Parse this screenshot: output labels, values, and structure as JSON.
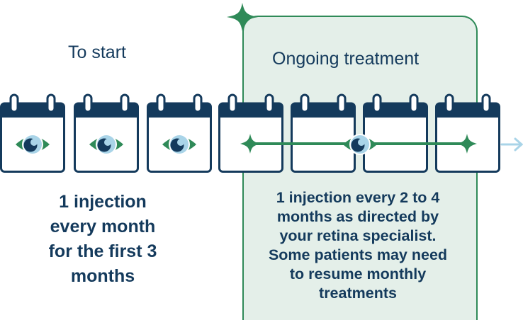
{
  "colors": {
    "navy": "#143a5c",
    "green": "#2f8a58",
    "panel_fill": "#e4efe9",
    "light_blue": "#a9d4e8"
  },
  "start": {
    "heading": "To start",
    "description": "1 injection\nevery month\nfor the first 3\nmonths",
    "icon": "eye-icon"
  },
  "ongoing": {
    "heading": "Ongoing treatment",
    "description": "1 injection every 2 to 4\nmonths as directed by\nyour retina specialist.\nSome patients may need\nto resume monthly\ntreatments",
    "icons": [
      "sparkle-icon",
      "eye-icon",
      "sparkle-icon"
    ]
  },
  "calendar_icons": [
    "calendar-icon",
    "calendar-icon",
    "calendar-icon",
    "calendar-icon",
    "calendar-icon",
    "calendar-icon",
    "calendar-icon"
  ],
  "arrow_icon": "arrow-right-icon"
}
